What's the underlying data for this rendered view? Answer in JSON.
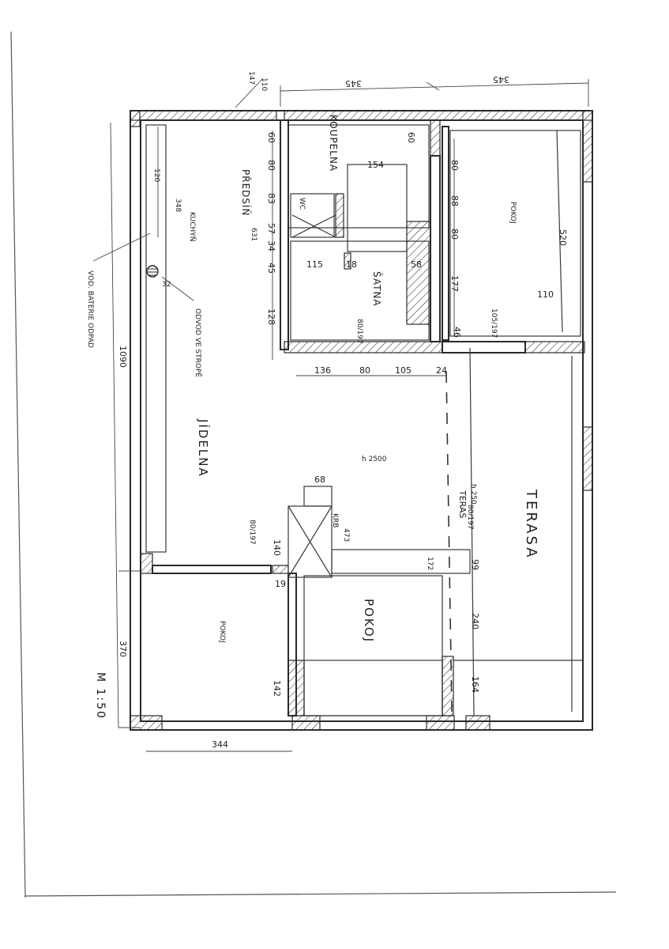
{
  "rooms": {
    "koupelna": "KOUPELNA",
    "predsin": "PŘEDSÍŇ",
    "wc": "WC",
    "satna": "ŠATNA",
    "kuchyn": "KUCHYŇ",
    "jidelna": "JÍDELNA",
    "pokoj_right": "POKOJ",
    "pokoj_left": "POKOJ",
    "pokoj_mid": "POKOJ",
    "terasa": "TERASA",
    "terasa_small": "TERAS",
    "krb": "KRB"
  },
  "notes": {
    "scale": "M 1:50",
    "odvod": "ODVOD VE STROPĚ",
    "vod_odpad": "VOD. BATERIE ODPAD",
    "height": "h 2500",
    "height2": "h 250"
  },
  "dims": {
    "top_345a": "345",
    "top_345b": "345",
    "corner_110": "110",
    "corner_147": "147",
    "d60a": "60",
    "d80a": "80",
    "d83": "83",
    "d57": "57",
    "d34": "34",
    "d45": "45",
    "d128": "128",
    "d60b": "60",
    "d80b": "80",
    "d88": "88",
    "d80c": "80",
    "d177": "177",
    "d46": "46",
    "d154": "154",
    "d115": "115",
    "d18": "18",
    "d58": "58",
    "d136": "136",
    "d80h": "80",
    "d105": "105",
    "d24": "24",
    "d520": "520",
    "d110r": "110",
    "d1090": "1090",
    "d348": "348",
    "d120": "120",
    "d32": "32",
    "d631": "631",
    "d68": "68",
    "d140": "140",
    "d19": "19",
    "d473": "473",
    "d99": "99",
    "d240": "240",
    "d164": "164",
    "d142": "142",
    "d370": "370",
    "d344": "344",
    "d172": "172",
    "d80_197": "80/197",
    "d80_197b": "80/197",
    "d105_197": "105/197",
    "d80_197c": "80/197"
  }
}
